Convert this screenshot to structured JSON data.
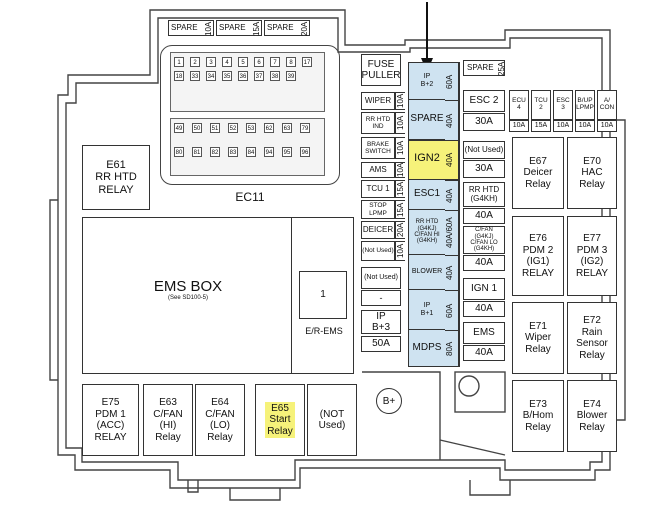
{
  "top_spares": [
    {
      "label": "SPARE",
      "amp": "10A"
    },
    {
      "label": "SPARE",
      "amp": "15A"
    },
    {
      "label": "SPARE",
      "amp": "20A"
    }
  ],
  "connector": {
    "label": "EC11",
    "pins_top": [
      "1",
      "2",
      "3",
      "4",
      "5",
      "6",
      "7",
      "8",
      "17",
      "18",
      "33",
      "34",
      "35",
      "36",
      "37",
      "38",
      "39"
    ],
    "pins_bottom": [
      "49",
      "50",
      "51",
      "52",
      "53",
      "62",
      "63",
      "79",
      "80",
      "81",
      "82",
      "83",
      "84",
      "94",
      "95",
      "96"
    ]
  },
  "relays": {
    "e61": "E61\nRR HTD\nRELAY",
    "e67": "E67\nDeicer\nRelay",
    "e70": "E70\nHAC\nRelay",
    "e76": "E76\nPDM 2\n(IG1)\nRELAY",
    "e77": "E77\nPDM 3\n(IG2)\nRELAY",
    "e71": "E71\nWiper\nRelay",
    "e72": "E72\nRain\nSensor\nRelay",
    "e73": "E73\nB/Hom\nRelay",
    "e74": "E74\nBlower\nRelay",
    "e75": "E75\nPDM 1\n(ACC)\nRELAY",
    "e63": "E63\nC/FAN\n(HI)\nRelay",
    "e64": "E64\nC/FAN\n(LO)\nRelay",
    "e65": "E65\nStart\nRelay",
    "not_used": "(NOT\nUsed)"
  },
  "ems": {
    "title": "EMS BOX",
    "subtitle": "(See SD100-5)",
    "slot": "1",
    "slot_label": "E/R-EMS"
  },
  "fuse_puller": "FUSE\nPULLER",
  "left_fuses": [
    {
      "label": "WIPER",
      "amp": "10A"
    },
    {
      "label": "RR HTD\nIND",
      "amp": "10A"
    },
    {
      "label": "BRAKE\nSWITCH",
      "amp": "10A"
    },
    {
      "label": "AMS",
      "amp": "10A"
    },
    {
      "label": "TCU 1",
      "amp": "15A"
    },
    {
      "label": "STOP\nLPMP",
      "amp": "15A"
    },
    {
      "label": "DEICER",
      "amp": "20A"
    },
    {
      "label": "(Not Used)",
      "amp": "10A"
    }
  ],
  "left_misc": [
    {
      "label": "(Not Used)"
    },
    {
      "label": "-"
    },
    {
      "label": "IP\nB+3"
    },
    {
      "label": "50A"
    }
  ],
  "blue_fuses": [
    {
      "label": "IP\nB+2",
      "amp": "60A"
    },
    {
      "label": "SPARE",
      "amp": "40A"
    },
    {
      "label": "IGN2",
      "amp": "40A"
    },
    {
      "label": "ESC1",
      "amp": "40A"
    },
    {
      "label": "RR HTD\n(G4KJ)\nC/FAN HI\n(G4KH)",
      "amp": "40A/60A"
    },
    {
      "label": "BLOWER",
      "amp": "40A"
    },
    {
      "label": "IP\nB+1",
      "amp": "60A"
    },
    {
      "label": "MDPS",
      "amp": "80A"
    }
  ],
  "mid_col": [
    {
      "label": "ESC 2"
    },
    {
      "label": "30A"
    },
    {
      "label": "(Not Used)"
    },
    {
      "label": "30A"
    },
    {
      "label": "RR HTD\n(G4KH)"
    },
    {
      "label": "40A"
    },
    {
      "label": "C/FAN\n(G4KJ)\nC/FAN LO\n(G4KH)"
    },
    {
      "label": "40A"
    },
    {
      "label": "IGN 1"
    },
    {
      "label": "40A"
    },
    {
      "label": "EMS"
    },
    {
      "label": "40A"
    }
  ],
  "top_right_spare": {
    "label": "SPARE",
    "amp": "25A"
  },
  "small_fuses": [
    {
      "label": "ECU\n4",
      "amp": "10A"
    },
    {
      "label": "TCU\n2",
      "amp": "15A"
    },
    {
      "label": "ESC\n3",
      "amp": "10A"
    },
    {
      "label": "B/UP\nLPMP",
      "amp": "10A"
    },
    {
      "label": "A/\nCON",
      "amp": "10A"
    }
  ],
  "b_plus": "B+",
  "colors": {
    "highlight": "#f6f27a",
    "fuse_column": "#cfe3f1",
    "line": "#333333"
  }
}
